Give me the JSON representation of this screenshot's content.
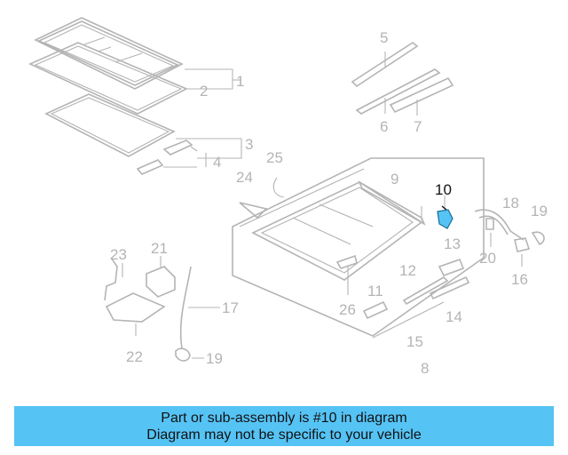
{
  "diagram": {
    "highlight_color": "#56c3f5",
    "line_color": "#b4b4b4",
    "callouts": [
      "1",
      "2",
      "3",
      "4",
      "5",
      "6",
      "7",
      "8",
      "9",
      "10",
      "11",
      "12",
      "13",
      "14",
      "15",
      "16",
      "17",
      "18",
      "19",
      "19",
      "20",
      "21",
      "22",
      "23",
      "24",
      "25",
      "26"
    ],
    "highlighted_part": "10"
  },
  "caption": {
    "line1": "Part or sub-assembly is #10 in diagram",
    "line2": "Diagram may not be specific to your vehicle"
  }
}
